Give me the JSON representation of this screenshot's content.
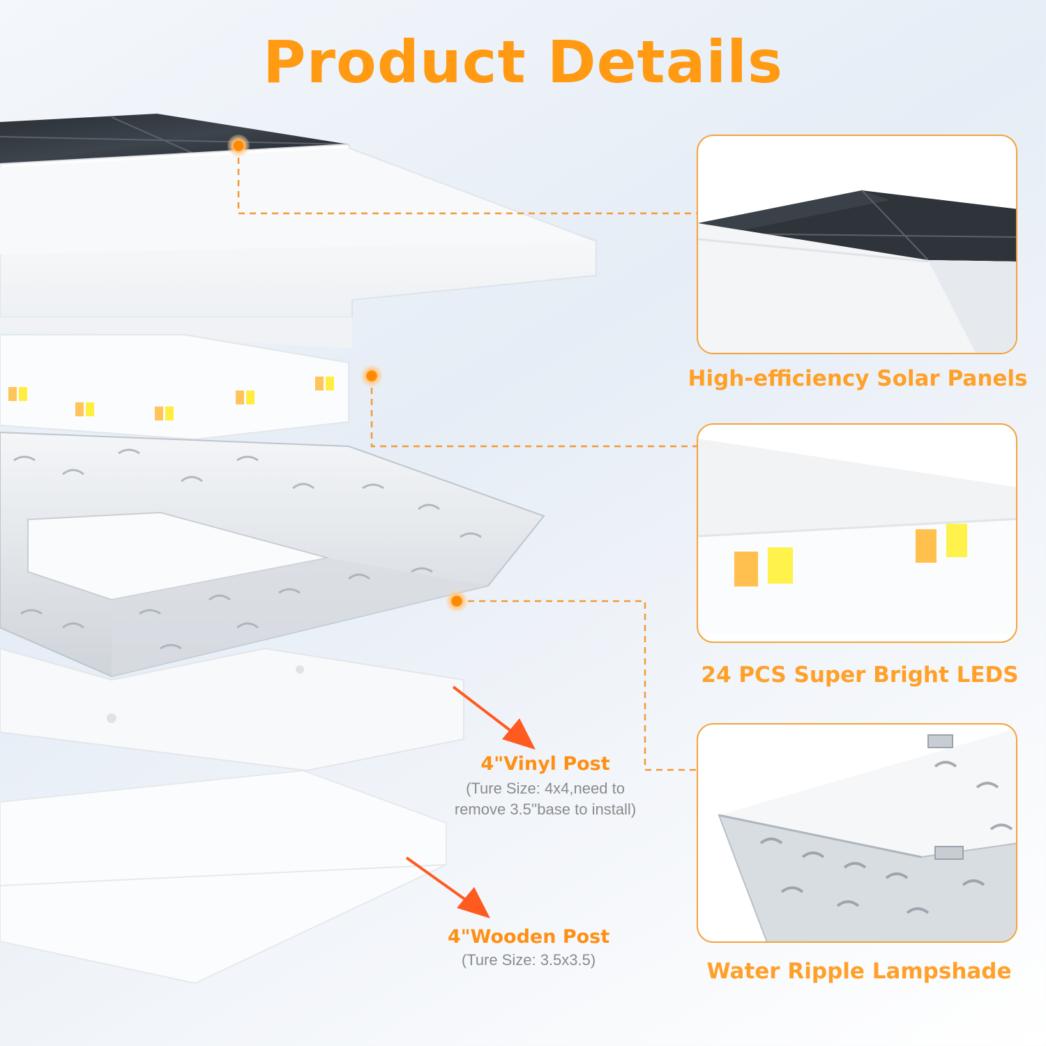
{
  "page_title": "Product Details",
  "colors": {
    "accent": "#ff9a12",
    "label": "#ffa028",
    "card_border": "#f5a23a",
    "arrow": "#ff5a1f",
    "note_text": "#8a8a8a"
  },
  "features": [
    {
      "label": "High-efficiency Solar Panels",
      "icon": "solar-panel-closeup"
    },
    {
      "label": "24 PCS Super Bright LEDS",
      "icon": "led-strip-closeup"
    },
    {
      "label": "Water Ripple Lampshade",
      "icon": "lampshade-closeup"
    }
  ],
  "posts": [
    {
      "label": "4\"Vinyl Post",
      "note_line1": "(Ture Size: 4x4,need to",
      "note_line2": "remove 3.5''base to install)"
    },
    {
      "label": "4\"Wooden Post",
      "note_line1": "(Ture Size: 3.5x3.5)"
    }
  ]
}
